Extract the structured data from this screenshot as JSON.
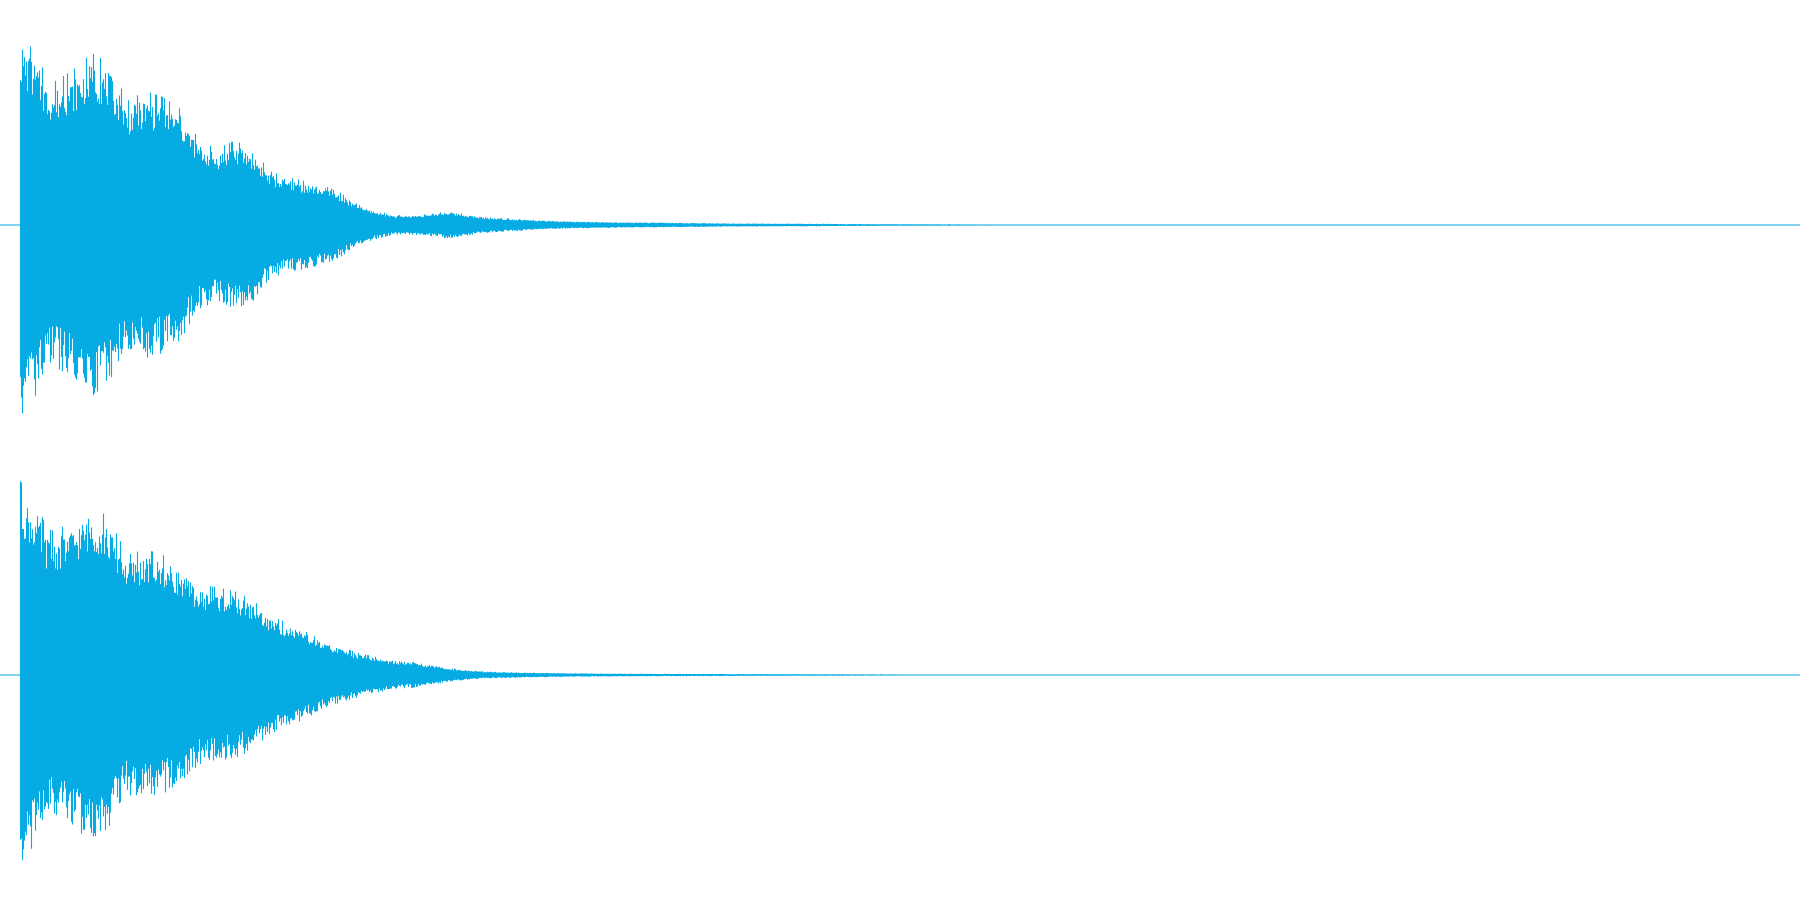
{
  "colors": {
    "background": "#ffffff",
    "waveform": "#06ABE3"
  },
  "chart_data": {
    "type": "area",
    "title": "",
    "xlabel": "",
    "ylabel": "",
    "grid": false,
    "legend": "none",
    "ylim": [
      -1,
      1
    ],
    "xlim": [
      0,
      1
    ],
    "series": [
      {
        "channel": 1,
        "x": [
          0.0,
          0.005,
          0.01,
          0.015,
          0.02,
          0.03,
          0.04,
          0.05,
          0.06,
          0.07,
          0.08,
          0.09,
          0.1,
          0.11,
          0.12,
          0.13,
          0.14,
          0.15,
          0.16,
          0.17,
          0.18,
          0.19,
          0.2,
          0.21,
          0.22,
          0.23,
          0.24,
          0.25,
          0.26,
          0.28,
          0.3,
          0.32,
          0.34,
          0.36,
          0.38,
          0.4,
          0.45,
          0.5,
          0.55,
          0.56,
          0.6,
          0.7,
          0.8,
          0.9,
          1.0
        ],
        "envelope": [
          0.97,
          0.9,
          0.84,
          0.73,
          0.72,
          0.78,
          0.86,
          0.81,
          0.62,
          0.67,
          0.64,
          0.58,
          0.43,
          0.38,
          0.42,
          0.39,
          0.27,
          0.24,
          0.22,
          0.2,
          0.16,
          0.1,
          0.07,
          0.05,
          0.05,
          0.055,
          0.07,
          0.055,
          0.04,
          0.03,
          0.02,
          0.016,
          0.013,
          0.012,
          0.01,
          0.008,
          0.006,
          0.004,
          0.003,
          0.0,
          0.0,
          0.0,
          0.0,
          0.0,
          0.0
        ]
      },
      {
        "channel": 2,
        "x": [
          0.0,
          0.005,
          0.01,
          0.015,
          0.02,
          0.03,
          0.04,
          0.05,
          0.06,
          0.07,
          0.08,
          0.09,
          0.1,
          0.11,
          0.12,
          0.13,
          0.14,
          0.15,
          0.16,
          0.17,
          0.18,
          0.19,
          0.2,
          0.21,
          0.22,
          0.23,
          0.24,
          0.25,
          0.26,
          0.28,
          0.3,
          0.32,
          0.34,
          0.36,
          0.38,
          0.4,
          0.45,
          0.5,
          0.53,
          0.54,
          0.6,
          0.7,
          0.8,
          0.9,
          1.0
        ],
        "envelope": [
          0.97,
          0.9,
          0.84,
          0.73,
          0.72,
          0.78,
          0.86,
          0.78,
          0.6,
          0.63,
          0.6,
          0.55,
          0.45,
          0.44,
          0.42,
          0.38,
          0.3,
          0.26,
          0.22,
          0.17,
          0.14,
          0.11,
          0.09,
          0.07,
          0.065,
          0.05,
          0.035,
          0.025,
          0.018,
          0.013,
          0.01,
          0.008,
          0.007,
          0.006,
          0.006,
          0.005,
          0.004,
          0.003,
          0.002,
          0.0,
          0.0,
          0.0,
          0.0,
          0.0,
          0.0
        ]
      }
    ]
  }
}
